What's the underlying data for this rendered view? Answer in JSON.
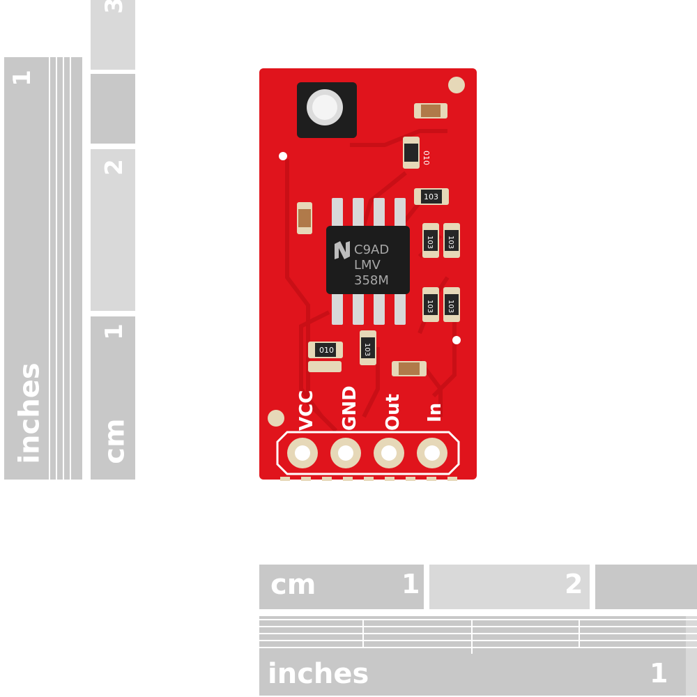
{
  "ruler_left": {
    "inches_label": "inches",
    "inches_number": "1",
    "cm_label": "cm",
    "cm_numbers": [
      "1",
      "2",
      "3"
    ]
  },
  "ruler_bottom": {
    "cm_label": "cm",
    "cm_numbers": [
      "1",
      "2"
    ],
    "inches_label": "inches",
    "inches_number": "1"
  },
  "board": {
    "pin_labels": [
      "VCC",
      "GND",
      "Out",
      "In"
    ],
    "chip_text": [
      "C9AD",
      "LMV",
      "358M"
    ],
    "resistor_codes": [
      "010",
      "103",
      "103",
      "103",
      "103",
      "103",
      "103",
      "010"
    ],
    "colors": {
      "pcb": "#e0141c",
      "trace": "#c90f16",
      "chip": "#1c1c1c",
      "pad": "#e6d8b8"
    }
  }
}
